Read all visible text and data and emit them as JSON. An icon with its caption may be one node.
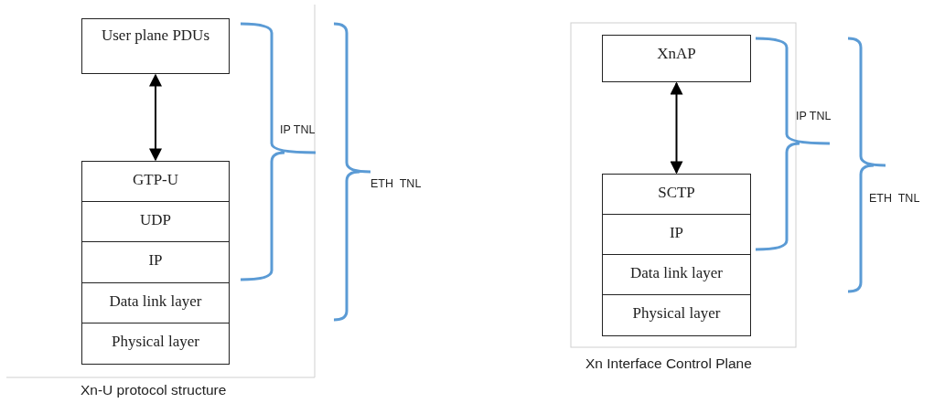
{
  "diagram": {
    "nodes": [
      {
        "text": [
          "User plane PDUs"
        ]
      },
      {
        "text": [
          "GTP-U"
        ]
      },
      {
        "text": [
          "UDP"
        ]
      },
      {
        "text": [
          "IP"
        ]
      },
      {
        "text": [
          "Data link layer"
        ]
      },
      {
        "text": [
          "Physical layer"
        ]
      },
      {
        "text": [
          "XnAP"
        ]
      },
      {
        "text": [
          "SCTP"
        ]
      },
      {
        "text": [
          "IP"
        ]
      },
      {
        "text": [
          "Data link layer"
        ]
      },
      {
        "text": [
          "Physical layer"
        ]
      }
    ],
    "edges": [
      {
        "from": 0,
        "to": 1,
        "arrow": "both"
      },
      {
        "from": 6,
        "to": 7,
        "arrow": "both"
      }
    ],
    "labels": [
      "IP TNL",
      "ETH  TNL",
      "IP TNL",
      "ETH  TNL",
      "Xn-U protocol structure",
      "Xn Interface Control Plane"
    ]
  }
}
